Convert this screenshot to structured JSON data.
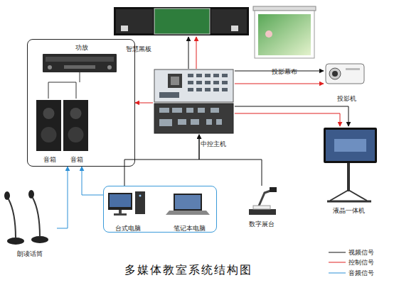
{
  "diagram": {
    "title": "多媒体教室系统结构图",
    "nodes": [
      {
        "text": [
          "功放"
        ]
      },
      {
        "text": [
          "音箱"
        ],
        "in": 0
      },
      {
        "text": [
          "音箱"
        ],
        "in": 0
      },
      {
        "text": [
          "智慧黑板"
        ]
      },
      {
        "text": [
          "投影幕布"
        ]
      },
      {
        "text": [
          "中控主机"
        ]
      },
      {
        "text": [
          "投影机"
        ]
      },
      {
        "text": [
          "液晶一体机"
        ]
      },
      {
        "text": []
      },
      {
        "text": [
          "台式电脑"
        ],
        "in": 8
      },
      {
        "text": [
          "笔记本电脑"
        ],
        "in": 8
      },
      {
        "text": [
          "数字展台"
        ]
      },
      {
        "text": [
          "朗读话筒"
        ]
      }
    ],
    "edges": [
      {
        "from": 5,
        "to": 3,
        "arrow": "to"
      },
      {
        "from": 5,
        "to": 3,
        "arrow": "to"
      },
      {
        "from": 5,
        "to": 0,
        "arrow": "to"
      },
      {
        "from": 5,
        "to": 6,
        "arrow": "to"
      },
      {
        "from": 5,
        "to": 6,
        "arrow": "to"
      },
      {
        "from": 5,
        "to": 7,
        "arrow": "to"
      },
      {
        "from": 5,
        "to": 7,
        "arrow": "to"
      },
      {
        "from": 8,
        "to": 5,
        "arrow": "to"
      },
      {
        "from": 11,
        "to": 5,
        "arrow": "to"
      },
      {
        "from": 8,
        "to": 0,
        "arrow": "to"
      },
      {
        "from": 12,
        "to": 0,
        "arrow": "to"
      }
    ],
    "legend": [
      {
        "text": "视频信号"
      },
      {
        "text": "控制信号"
      },
      {
        "text": "音频信号"
      }
    ]
  }
}
